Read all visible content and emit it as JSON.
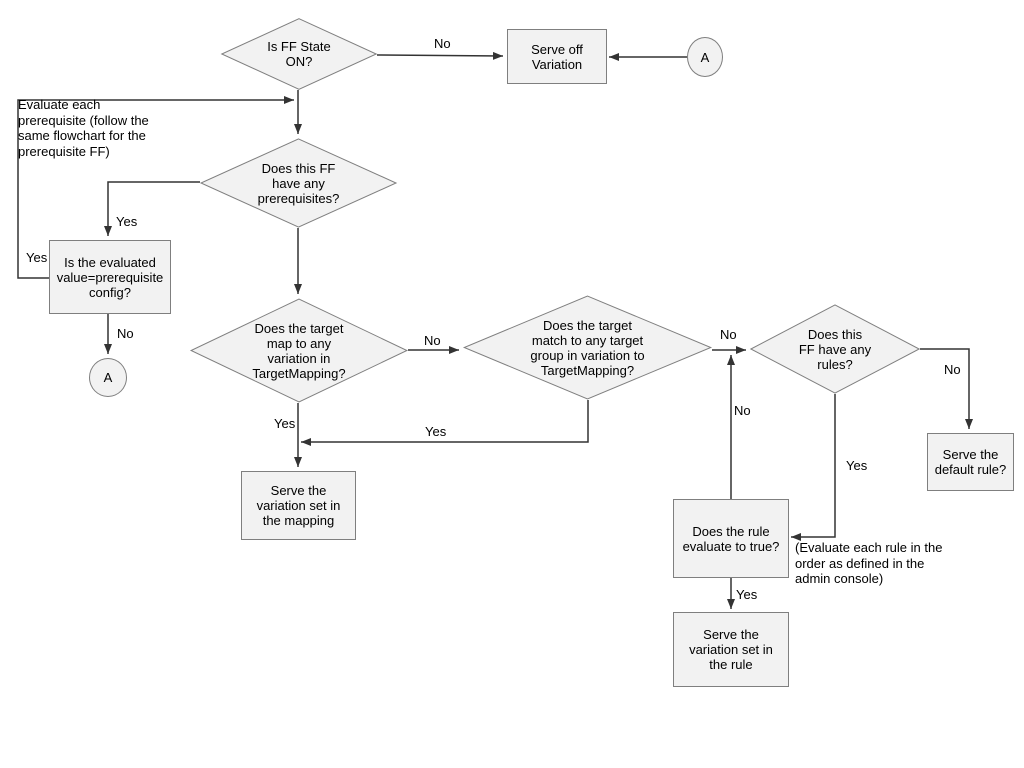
{
  "colors": {
    "shape_fill": "#f2f2f2",
    "shape_border": "#7f7f7f",
    "line_color": "#333333",
    "text_color": "#000000"
  },
  "nodes": {
    "is_ff_state_on": {
      "label": "Is FF State\nON?"
    },
    "serve_off_variation": {
      "label": "Serve off\nVariation"
    },
    "connector_a_top": {
      "label": "A"
    },
    "has_prerequisites": {
      "label": "Does this FF\nhave any\nprerequisites?"
    },
    "prerequisite_value_check": {
      "label": "Is the evaluated\nvalue=prerequisite\nconfig?"
    },
    "connector_a_bottom": {
      "label": "A"
    },
    "target_mapping_check": {
      "label": "Does the target\nmap to any\nvariation in\nTargetMapping?"
    },
    "target_group_check": {
      "label": "Does the target\nmatch to any target\ngroup in variation to\nTargetMapping?"
    },
    "has_rules": {
      "label": "Does this\nFF have any\nrules?"
    },
    "serve_default_rule": {
      "label": "Serve the\ndefault rule?"
    },
    "rule_evaluates_true": {
      "label": "Does the rule\nevaluate to true?"
    },
    "serve_rule_variation": {
      "label": "Serve the\nvariation set in\nthe rule"
    },
    "serve_mapping_variation": {
      "label": "Serve the\nvariation set in\nthe mapping"
    }
  },
  "notes": {
    "prerequisite_note": "Evaluate each\nprerequisite (follow the\nsame flowchart for the\nprerequisite FF)",
    "rule_order_note": "(Evaluate each rule in the\norder as defined in the\nadmin console)"
  },
  "edge_labels": {
    "ff_off_no": "No",
    "loop_yes": "Yes",
    "prereq_yes": "Yes",
    "prereq_no": "No",
    "mapping_no": "No",
    "mapping_yes": "Yes",
    "group_yes": "Yes",
    "group_no": "No",
    "rule_false_no": "No",
    "rules_no": "No",
    "rules_yes": "Yes",
    "rule_true_yes": "Yes"
  }
}
